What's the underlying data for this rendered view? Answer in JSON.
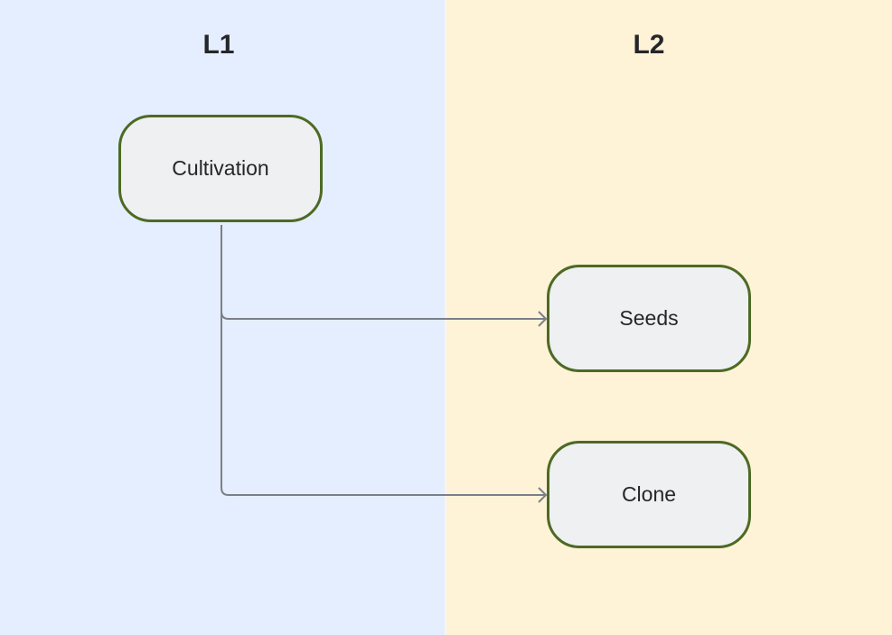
{
  "diagram": {
    "type": "swimlane-flowchart",
    "lanes": [
      {
        "id": "L1",
        "title": "L1",
        "color": "#e5eefe"
      },
      {
        "id": "L2",
        "title": "L2",
        "color": "#fff3d7"
      }
    ],
    "nodes": [
      {
        "id": "cultivation",
        "label": "Cultivation",
        "lane": "L1"
      },
      {
        "id": "seeds",
        "label": "Seeds",
        "lane": "L2"
      },
      {
        "id": "clone",
        "label": "Clone",
        "lane": "L2"
      }
    ],
    "edges": [
      {
        "from": "cultivation",
        "to": "seeds",
        "label": ""
      },
      {
        "from": "cultivation",
        "to": "clone",
        "label": ""
      }
    ],
    "colors": {
      "node_border": "#4d6a24",
      "node_fill": "#eef0f2",
      "edge": "#7b7f88"
    }
  }
}
